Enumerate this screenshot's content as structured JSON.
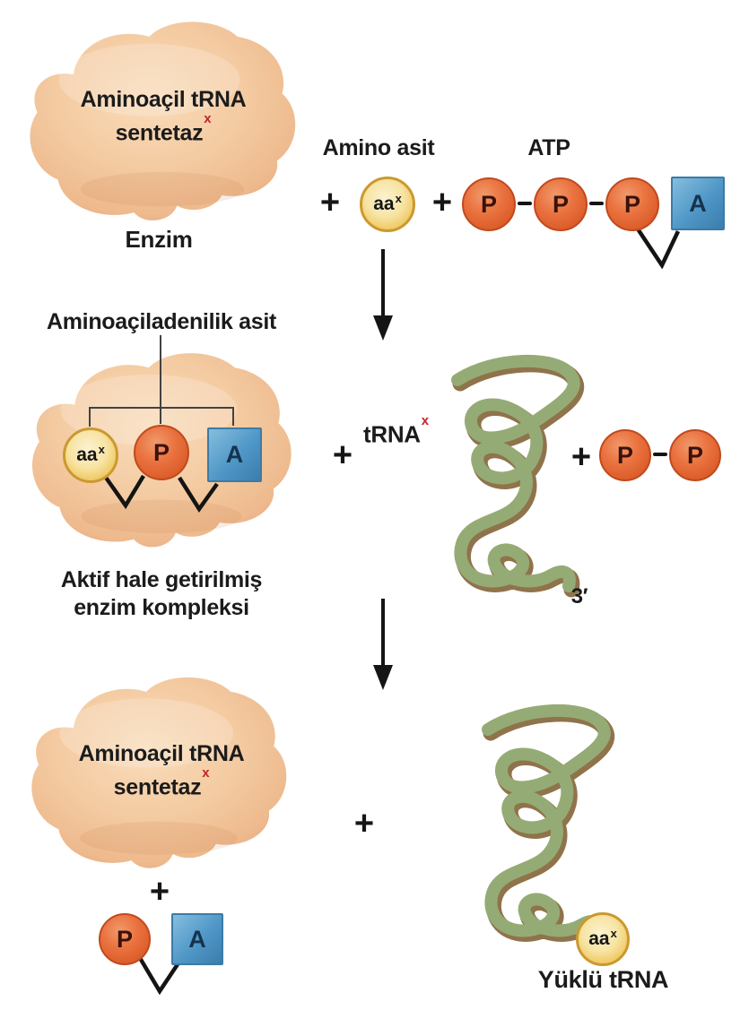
{
  "colors": {
    "background": "#ffffff",
    "enzyme_fill": "#f3c79f",
    "phosphate_orange": "#e66f3c",
    "amino_yellow": "#f2d98c",
    "adenine_blue": "#4f97c7",
    "trna_green": "#95ab75",
    "trna_shadow": "#7b5a2c",
    "superscript_red": "#c2252b",
    "text": "#1b1b1b"
  },
  "glyphs": {
    "plus": "+",
    "phosphate": "P",
    "adenine": "A",
    "amino_acid": "aa",
    "superscript_x": "x",
    "three_prime": "3′"
  },
  "step1": {
    "enzyme_name_line1": "Aminoaçil tRNA",
    "enzyme_name_line2": "sentetaz",
    "enzyme_caption": "Enzim",
    "amino_acid_label": "Amino asit",
    "atp_label": "ATP"
  },
  "step2": {
    "product_label": "Aminoaçiladenilik asit",
    "caption_line1": "Aktif hale getirilmiş",
    "caption_line2": "enzim kompleksi",
    "trna_label": "tRNA"
  },
  "step3": {
    "enzyme_name_line1": "Aminoaçil tRNA",
    "enzyme_name_line2": "sentetaz",
    "charged_trna_label": "Yüklü tRNA"
  }
}
